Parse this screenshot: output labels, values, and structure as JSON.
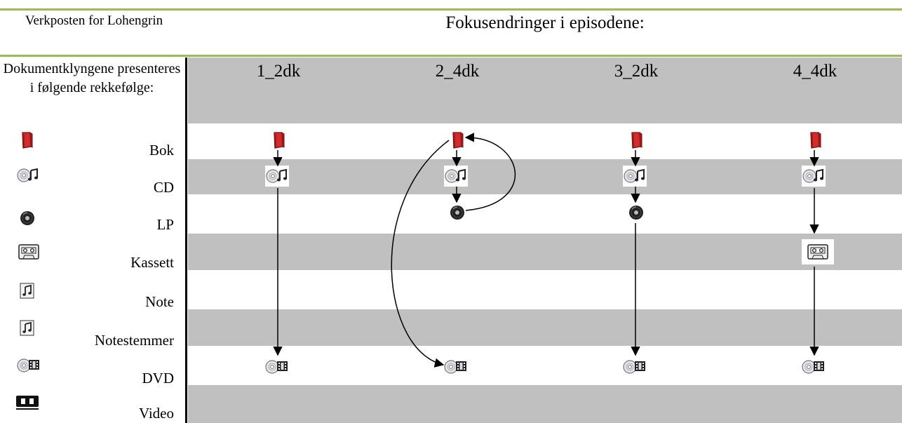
{
  "header": {
    "left_title": "Verkposten for Lohengrin",
    "main_title": "Fokusendringer i episodene:"
  },
  "legend": {
    "caption": "Dokumentklyngene presenteres i følgende rekkefølge:",
    "rows": [
      {
        "label": "Bok",
        "icon": "book-icon"
      },
      {
        "label": "CD",
        "icon": "cd-icon"
      },
      {
        "label": "LP",
        "icon": "lp-icon"
      },
      {
        "label": "Kassett",
        "icon": "cassette-icon"
      },
      {
        "label": "Note",
        "icon": "note-icon"
      },
      {
        "label": "Notestemmer",
        "icon": "note-parts-icon"
      },
      {
        "label": "DVD",
        "icon": "dvd-icon"
      },
      {
        "label": "Video",
        "icon": "video-icon"
      }
    ]
  },
  "episodes": [
    {
      "label": "1_2dk",
      "steps": [
        "Bok",
        "CD",
        "DVD"
      ]
    },
    {
      "label": "2_4dk",
      "steps": [
        "Bok",
        "CD",
        "LP",
        "Bok",
        "DVD"
      ]
    },
    {
      "label": "3_2dk",
      "steps": [
        "Bok",
        "CD",
        "LP",
        "DVD"
      ]
    },
    {
      "label": "4_4dk",
      "steps": [
        "Bok",
        "CD",
        "Kassett",
        "DVD"
      ]
    }
  ],
  "colors": {
    "band": "#c0c0c0",
    "rule": "#9bbb59",
    "book": "#d42a2a"
  }
}
